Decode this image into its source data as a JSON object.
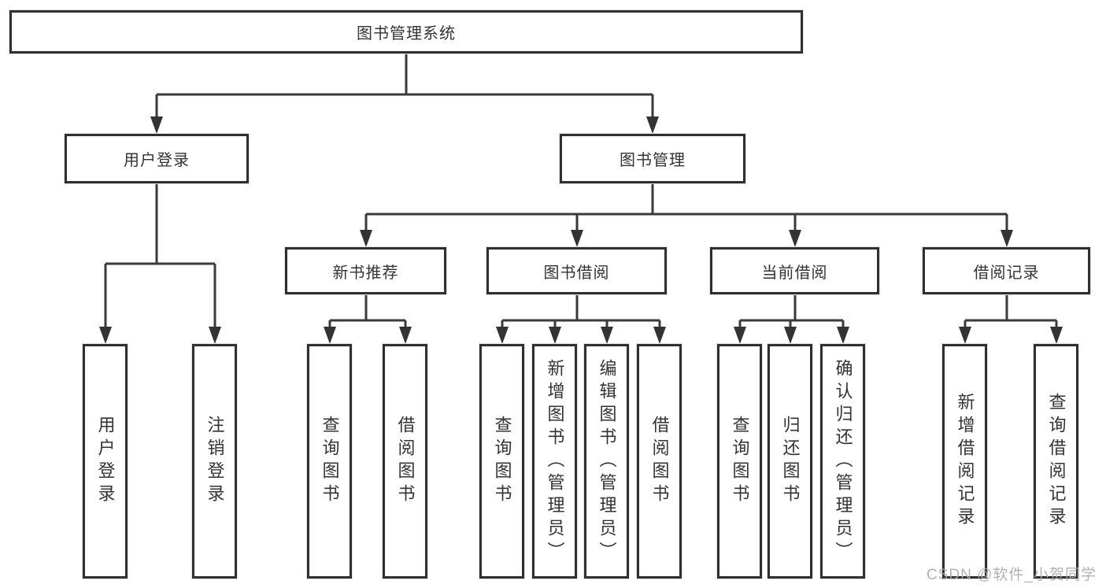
{
  "diagram": {
    "title": "图书管理系统",
    "root": {
      "label": "图书管理系统"
    },
    "level2": [
      {
        "label": "用户登录"
      },
      {
        "label": "图书管理"
      }
    ],
    "level3": [
      {
        "label": "新书推荐"
      },
      {
        "label": "图书借阅"
      },
      {
        "label": "当前借阅"
      },
      {
        "label": "借阅记录"
      }
    ],
    "leaves": [
      {
        "label": "用户登录",
        "parent": "用户登录"
      },
      {
        "label": "注销登录",
        "parent": "用户登录"
      },
      {
        "label": "查询图书",
        "parent": "新书推荐"
      },
      {
        "label": "借阅图书",
        "parent": "新书推荐"
      },
      {
        "label": "查询图书",
        "parent": "图书借阅"
      },
      {
        "label": "新增图书（管理员）",
        "parent": "图书借阅"
      },
      {
        "label": "编辑图书（管理员）",
        "parent": "图书借阅"
      },
      {
        "label": "借阅图书",
        "parent": "图书借阅"
      },
      {
        "label": "查询图书",
        "parent": "当前借阅"
      },
      {
        "label": "归还图书",
        "parent": "当前借阅"
      },
      {
        "label": "确认归还（管理员）",
        "parent": "当前借阅"
      },
      {
        "label": "新增借阅记录",
        "parent": "借阅记录"
      },
      {
        "label": "查询借阅记录",
        "parent": "借阅记录"
      }
    ]
  },
  "watermark": "CSDN @软件_小贺同学",
  "colors": {
    "line": "#3a3a3a",
    "box_border": "#2f2f2f",
    "text": "#333333",
    "watermark": "#aaaaaa",
    "background": "#ffffff"
  }
}
